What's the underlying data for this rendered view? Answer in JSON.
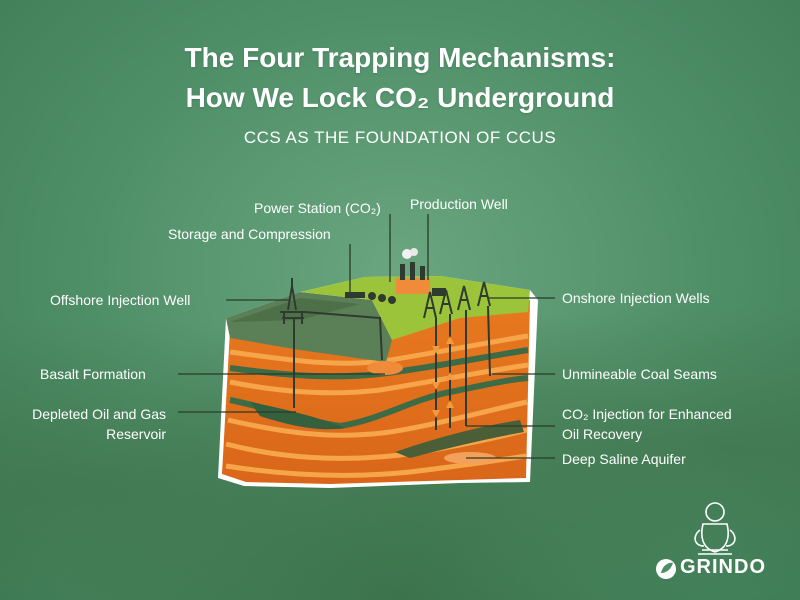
{
  "title_line1": "The Four Trapping Mechanisms:",
  "title_line2": "How We Lock CO₂ Underground",
  "subtitle": "CCS AS THE FOUNDATION OF CCUS",
  "labels": {
    "power_station": "Power Station (CO₂)",
    "production_well": "Production Well",
    "storage_compression": "Storage and Compression",
    "offshore_injection_well": "Offshore Injection Well",
    "onshore_injection_wells": "Onshore Injection Wells",
    "basalt_formation": "Basalt Formation",
    "unmineable_coal_seams": "Unmineable Coal Seams",
    "depleted_reservoir_line1": "Depleted Oil and Gas",
    "depleted_reservoir_line2": "Reservoir",
    "co2_eor_line1": "CO₂ Injection for Enhanced",
    "co2_eor_line2": "Oil Recovery",
    "deep_saline_aquifer": "Deep Saline Aquifer"
  },
  "brand": "GRINDO",
  "colors": {
    "orange_dark": "#e0731f",
    "orange_light": "#f6a54a",
    "green_seam": "#3d6b46",
    "grass": "#9cc43a",
    "sea": "#5b7f56"
  }
}
